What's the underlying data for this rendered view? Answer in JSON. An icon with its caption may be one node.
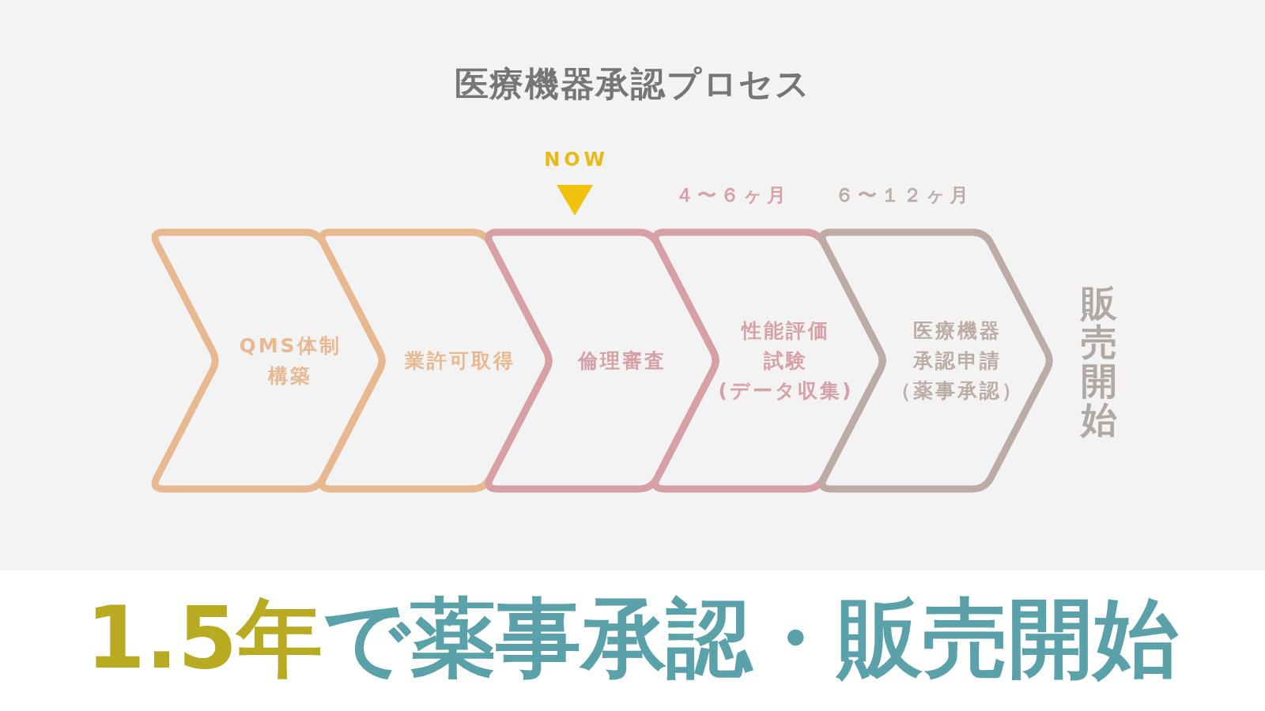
{
  "diagram": {
    "title": "医療機器承認プロセス",
    "caption": "1.5年で薬事承認・販売開始",
    "nodes": [
      {
        "text": [
          "QMS体制構築"
        ]
      },
      {
        "text": [
          "業許可取得"
        ]
      },
      {
        "text": [
          "倫理審査"
        ],
        "beside": [
          "NOW"
        ]
      },
      {
        "text": [
          "性能評価試験",
          "(データ収集)"
        ],
        "beside": [
          "４〜６ヶ月"
        ]
      },
      {
        "text": [
          "医療機器承認申請",
          "（薬事承認）"
        ],
        "beside": [
          "６〜１２ヶ月"
        ]
      }
    ],
    "labels": [
      "販売開始"
    ]
  }
}
